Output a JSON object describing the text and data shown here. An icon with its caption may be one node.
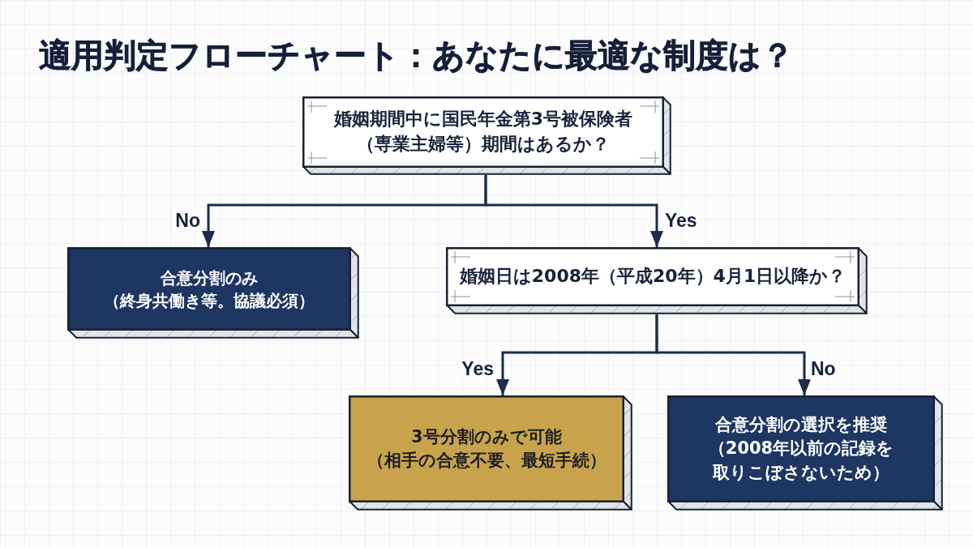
{
  "diagram": {
    "title": "適用判定フローチャート：あなたに最適な制度は？",
    "nodes": [
      {
        "text": [
          "婚姻期間中に国民年金第3号被保険者（専業主婦等）期間はあるか？"
        ]
      },
      {
        "text": [
          "合意分割のみ",
          "（終身共働き等。協議必須）"
        ]
      },
      {
        "text": [
          "婚姻日は2008年（平成20年）4月1日以降か？"
        ]
      },
      {
        "text": [
          "3号分割のみで可能",
          "（相手の合意不要、最短手続）"
        ]
      },
      {
        "text": [
          "合意分割の選択を推奨",
          "（2008年以前の記録を取りこぼさないため）"
        ]
      }
    ],
    "edges": [
      {
        "from": 0,
        "to": 1,
        "arrow": "to",
        "label": "No"
      },
      {
        "from": 0,
        "to": 2,
        "arrow": "to",
        "label": "Yes"
      },
      {
        "from": 2,
        "to": 3,
        "arrow": "to",
        "label": "Yes"
      },
      {
        "from": 2,
        "to": 4,
        "arrow": "to",
        "label": "No"
      }
    ]
  }
}
